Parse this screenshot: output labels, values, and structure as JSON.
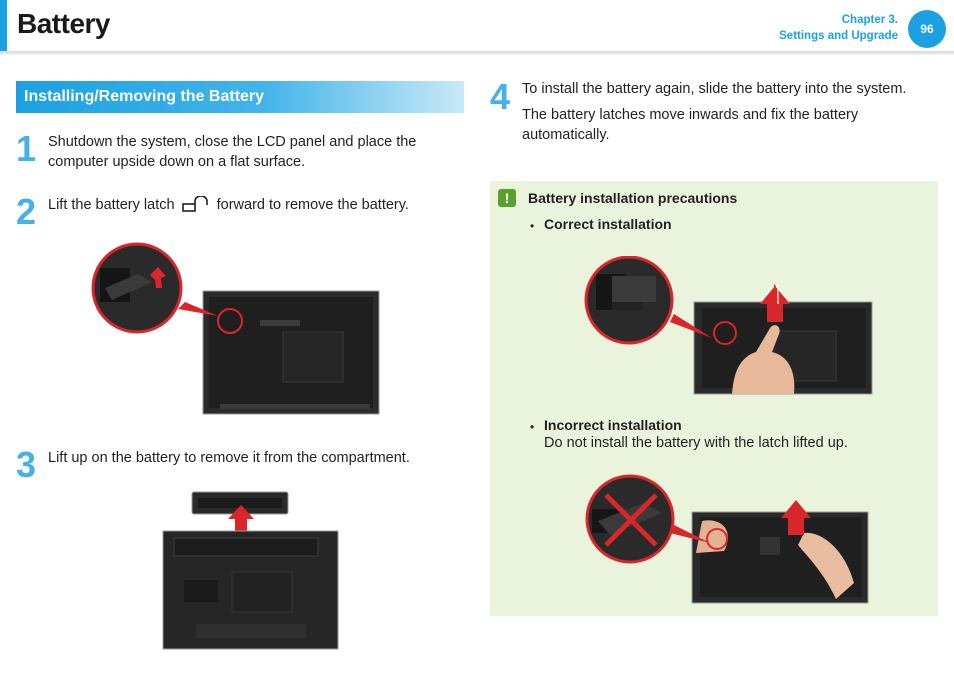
{
  "header": {
    "title": "Battery",
    "chapter_line1": "Chapter 3.",
    "chapter_line2": "Settings and Upgrade",
    "page_number": "96"
  },
  "section": {
    "title": "Installing/Removing the Battery"
  },
  "steps": [
    {
      "number": "1",
      "text_line1": "Shutdown the system, close the LCD panel and place the",
      "text_line2": "computer upside down on a flat surface."
    },
    {
      "number": "2",
      "text_before": "Lift the battery latch",
      "text_after": "forward to remove the battery."
    },
    {
      "number": "3",
      "text": "Lift up on the battery to remove it from the compartment."
    },
    {
      "number": "4",
      "text_line1": "To install the battery again, slide the battery into the system.",
      "text_line2": "The battery latches move inwards and fix the battery",
      "text_line3": "automatically."
    }
  ],
  "callout": {
    "title": "Battery installation precautions",
    "correct_label": "Correct installation",
    "incorrect_label": "Incorrect installation",
    "incorrect_desc": "Do not install the battery with the latch lifted up.",
    "bullet_symbol": "•"
  },
  "icons": {
    "warning": "exclamation-icon",
    "latch": "unlock-latch-icon"
  },
  "colors": {
    "accent": "#1ba1e2",
    "step_number": "#46b1e8",
    "callout_bg": "#eaf4dc",
    "warning_green": "#5aa12b",
    "arrow_red": "#d9262a"
  }
}
